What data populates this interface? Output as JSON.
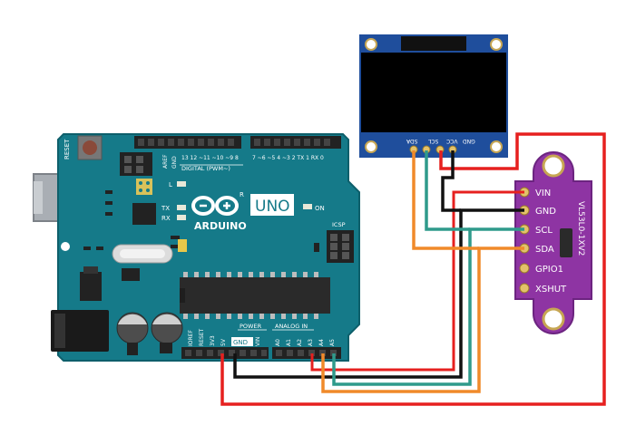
{
  "colors": {
    "arduino_board": "#157a89",
    "arduino_edge": "#0e5f6b",
    "oled_board": "#1f4e9c",
    "oled_screen": "#000000",
    "sensor_board": "#8e34a3",
    "wire_vin": "#e6201f",
    "wire_gnd": "#111111",
    "wire_scl": "#2f9a8b",
    "wire_sda": "#f08a2a"
  },
  "arduino": {
    "brand": "ARDUINO",
    "model": "UNO",
    "reset_label": "RESET",
    "aref": "AREF",
    "gnd_top": "GND",
    "digital_label": "DIGITAL (PWM~)",
    "digital_pins": "13  12  ~11  ~10  ~9  8",
    "digital_pins2": "7  ~6  ~5  4  ~3  2  TX 1  RX 0",
    "led_l": "L",
    "led_tx": "TX",
    "led_rx": "RX",
    "on_label": "ON",
    "icsp_label": "ICSP",
    "power_label": "POWER",
    "analog_label": "ANALOG IN",
    "power_pins": [
      "IOREF",
      "RESET",
      "3V3",
      "5V",
      "GND",
      "VIN"
    ],
    "analog_pins": [
      "A0",
      "A1",
      "A2",
      "A3",
      "A4",
      "A5"
    ]
  },
  "oled": {
    "pins": [
      "SDA",
      "SCL",
      "VCC",
      "GND"
    ]
  },
  "sensor": {
    "name": "VL53L0-1XV2",
    "pins": [
      "VIN",
      "GND",
      "SCL",
      "SDA",
      "GPIO1",
      "XSHUT"
    ]
  }
}
